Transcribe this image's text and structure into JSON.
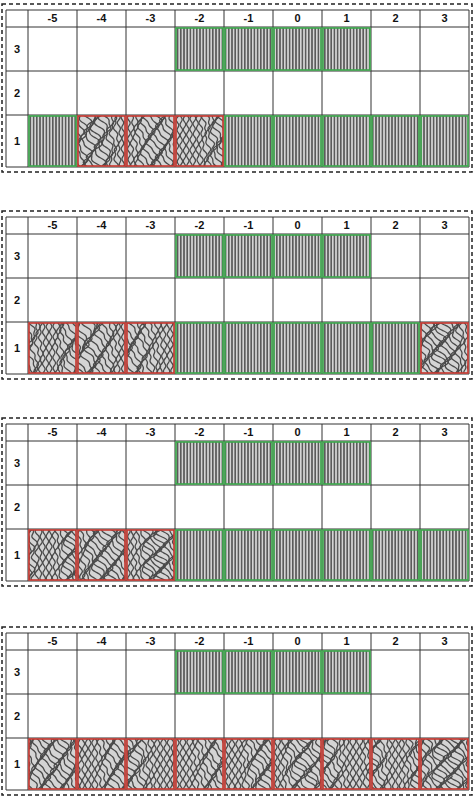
{
  "diagram": {
    "labels": [
      "-5",
      "-4",
      "-3",
      "-2",
      "-1",
      "0",
      "1",
      "2",
      "3",
      "3",
      "2",
      "1",
      "-5",
      "-4",
      "-3",
      "-2",
      "-1",
      "0",
      "1",
      "2",
      "3",
      "3",
      "2",
      "1",
      "-5",
      "-4",
      "-3",
      "-2",
      "-1",
      "0",
      "1",
      "2",
      "3",
      "3",
      "2",
      "1",
      "-5",
      "-4",
      "-3",
      "-2",
      "-1",
      "0",
      "1",
      "2",
      "3",
      "3",
      "2",
      "1"
    ]
  }
}
